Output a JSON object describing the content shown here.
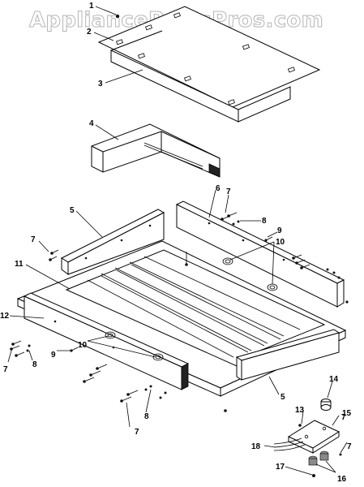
{
  "watermark": "AppliancePartsPros.com",
  "callouts": [
    {
      "id": "c1",
      "text": "1"
    },
    {
      "id": "c2",
      "text": "2"
    },
    {
      "id": "c3",
      "text": "3"
    },
    {
      "id": "c4",
      "text": "4"
    },
    {
      "id": "c5a",
      "text": "5"
    },
    {
      "id": "c5b",
      "text": "5"
    },
    {
      "id": "c6",
      "text": "6"
    },
    {
      "id": "c7a",
      "text": "7"
    },
    {
      "id": "c7b",
      "text": "7"
    },
    {
      "id": "c7c",
      "text": "7"
    },
    {
      "id": "c7d",
      "text": "7"
    },
    {
      "id": "c7e",
      "text": "7"
    },
    {
      "id": "c7f",
      "text": "7"
    },
    {
      "id": "c8a",
      "text": "8"
    },
    {
      "id": "c8b",
      "text": "8"
    },
    {
      "id": "c8c",
      "text": "8"
    },
    {
      "id": "c9a",
      "text": "9"
    },
    {
      "id": "c9b",
      "text": "9"
    },
    {
      "id": "c10a",
      "text": "10"
    },
    {
      "id": "c10b",
      "text": "10"
    },
    {
      "id": "c11",
      "text": "11"
    },
    {
      "id": "c12",
      "text": "12"
    },
    {
      "id": "c13",
      "text": "13"
    },
    {
      "id": "c14",
      "text": "14"
    },
    {
      "id": "c15",
      "text": "15"
    },
    {
      "id": "c16",
      "text": "16"
    },
    {
      "id": "c17",
      "text": "17"
    },
    {
      "id": "c18",
      "text": "18"
    }
  ]
}
